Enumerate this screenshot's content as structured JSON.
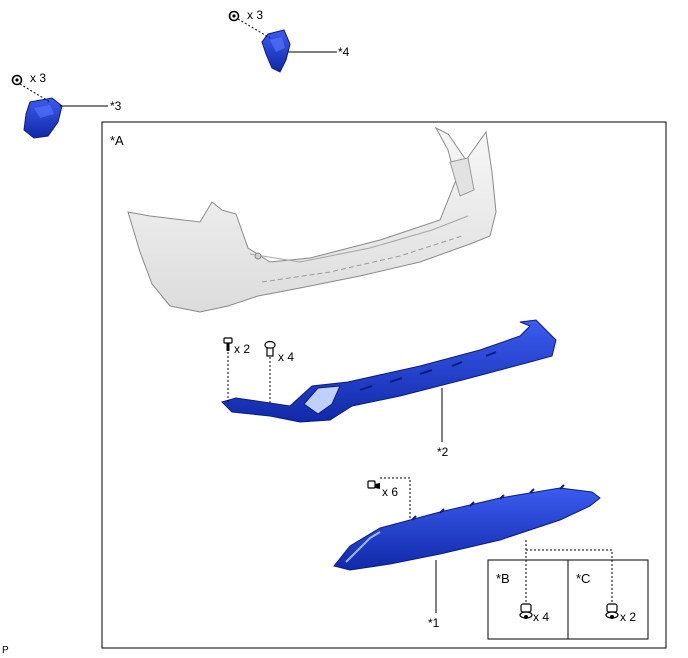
{
  "callouts": {
    "c1": "*1",
    "c2": "*2",
    "c3": "*3",
    "c4": "*4",
    "cA": "*A",
    "cB": "*B",
    "cC": "*C"
  },
  "quantities": {
    "q_part4_screws": "x 3",
    "q_part3_screws": "x 3",
    "q_bolts": "x 2",
    "q_clips_main": "x 4",
    "q_clips_lower": "x 6",
    "q_box_b": "x 4",
    "q_box_c": "x 2"
  },
  "footer_code": "P",
  "colors": {
    "part_blue": "#1f3fd6",
    "part_blue_dark": "#0f27a8",
    "bumper_gray": "#eeeeee",
    "bumper_outline": "#8a8a8a"
  }
}
